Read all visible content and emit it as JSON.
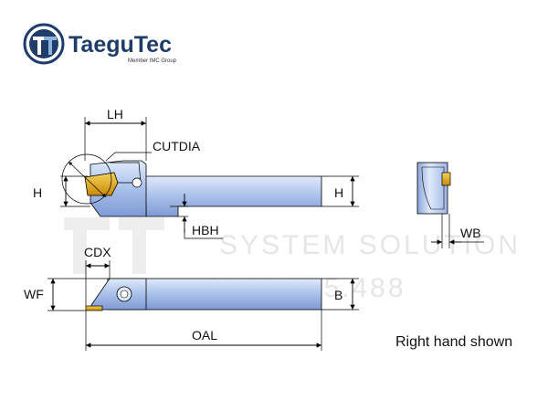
{
  "brand": {
    "name": "TaeguTec",
    "tagline": "Member IMC Group",
    "color": "#1f3d6b"
  },
  "watermark": {
    "line1": "SYSTEM SOLUTION",
    "line2": "0977.765.488"
  },
  "labels": {
    "lh": "LH",
    "cutdia": "CUTDIA",
    "h_left": "H",
    "h_right": "H",
    "hbh": "HBH",
    "wb": "WB",
    "cdx": "CDX",
    "wf": "WF",
    "b": "B",
    "oal": "OAL"
  },
  "caption": "Right hand shown",
  "colors": {
    "body_light": "#dfe9fa",
    "body_mid": "#a9c0ea",
    "body_dark": "#7e9ad3",
    "insert": "#e0a310",
    "outline": "#000000"
  }
}
